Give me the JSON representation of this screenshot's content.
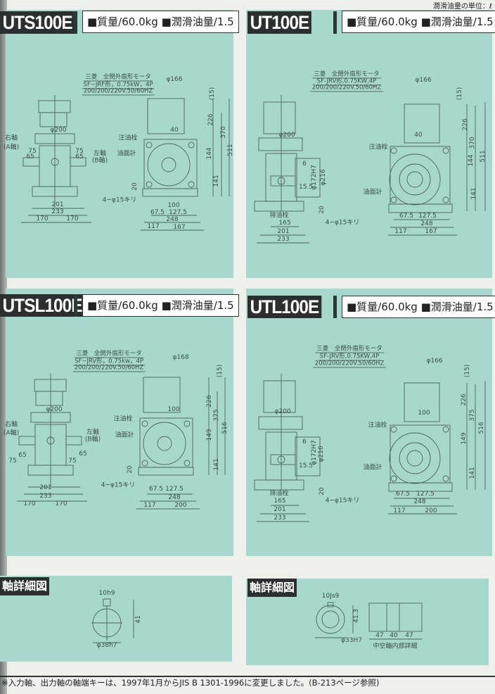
{
  "unit_note": "潤滑油量の単位：ℓ",
  "panels": [
    {
      "model": "UTS100E",
      "specs": "■質量/60.0kg ■潤滑油量/1.5",
      "motor_note": [
        "三菱　全閉外扇形モータ",
        "SF−JRF形，0.75kW，4P",
        "200/200/220V.50/60HZ"
      ],
      "labels": [
        "φ166",
        "(15)",
        "226",
        "370",
        "511",
        "φ200",
        "40",
        "注油栓",
        "油面計",
        "144",
        "141",
        "右軸",
        "(A軸)",
        "75",
        "65",
        "75",
        "65",
        "左軸",
        "(B軸)",
        "20",
        "4−φ15キリ",
        "201",
        "233",
        "170",
        "170",
        "100",
        "67.5",
        "127.5",
        "248",
        "117",
        "167"
      ]
    },
    {
      "model": "UT100E",
      "specs": "■質量/60.0kg ■潤滑油量/1.5",
      "motor_note": [
        "三菱　全閉外扇形モータ",
        "SF-JRV形,0.75KW,4P",
        "200/200/220V.50/60HZ"
      ],
      "labels": [
        "φ166",
        "(15)",
        "226",
        "370",
        "511",
        "φ200",
        "40",
        "注油栓",
        "6",
        "φ172H7",
        "φ216",
        "15.5",
        "油面計",
        "144",
        "141",
        "20",
        "排油栓",
        "4−φ15キリ",
        "165",
        "201",
        "233",
        "67.5",
        "127.5",
        "248",
        "117",
        "167"
      ]
    },
    {
      "model": "UTSL100E",
      "specs": "■質量/60.0kg ■潤滑油量/1.5",
      "motor_note": [
        "三菱　全閉外扇形モータ",
        "SF−JRV形，0.75kw，4P",
        "200/200/220V.50/60HZ"
      ],
      "labels": [
        "φ168",
        "(15)",
        "226",
        "375",
        "516",
        "φ200",
        "100",
        "注油栓",
        "油面計",
        "149",
        "141",
        "右軸",
        "(A軸)",
        "左軸",
        "(B軸)",
        "65",
        "75",
        "65",
        "75",
        "20",
        "4−φ15キリ",
        "201",
        "233",
        "170",
        "170",
        "67.5",
        "127.5",
        "248",
        "117",
        "200"
      ]
    },
    {
      "model": "UTL100E",
      "specs": "■質量/60.0kg ■潤滑油量/1.5",
      "motor_note": [
        "三菱　全閉外扇形モータ",
        "SF-JRV形,0.75KW,4P",
        "200/200/220V.50/60HZ"
      ],
      "labels": [
        "φ166",
        "(15)",
        "226",
        "375",
        "516",
        "φ200",
        "100",
        "注油栓",
        "6",
        "φ172H7",
        "φ216",
        "15.5",
        "油面計",
        "149",
        "141",
        "20",
        "排油栓",
        "4−φ15キリ",
        "165",
        "201",
        "233",
        "67.5",
        "127.5",
        "248",
        "117",
        "200"
      ]
    }
  ],
  "shaft_details": [
    {
      "title": "軸詳細図",
      "labels": [
        "10h9",
        "41",
        "φ38h7"
      ]
    },
    {
      "title": "軸詳細図",
      "labels": [
        "10Js9",
        "41.3",
        "φ33H7",
        "47",
        "40",
        "47",
        "中空軸内部詳細"
      ]
    }
  ],
  "footnote": "※入力軸、出力軸の軸端キーは、1997年1月からJIS B 1301-1996に変更しました。(B-213ページ参照)"
}
